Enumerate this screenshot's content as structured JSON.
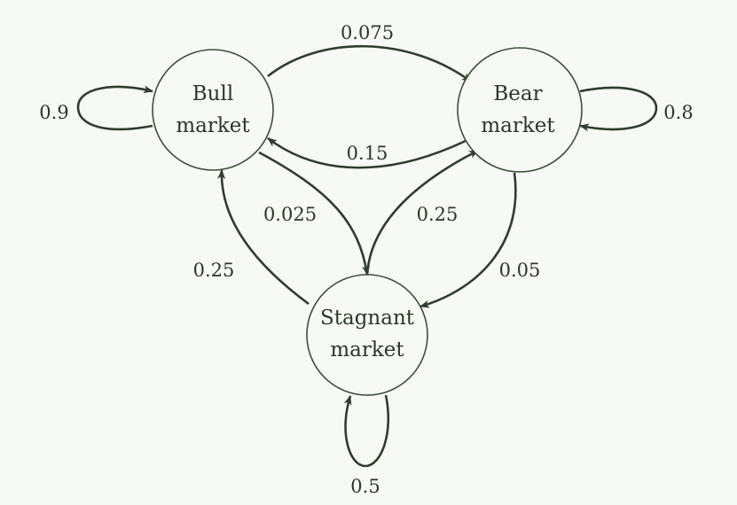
{
  "states": {
    "bull": {
      "line1": "Bull",
      "line2": "market"
    },
    "bear": {
      "line1": "Bear",
      "line2": "market"
    },
    "stagnant": {
      "line1": "Stagnant",
      "line2": "market"
    }
  },
  "transitions": {
    "bull_to_bull": "0.9",
    "bull_to_bear": "0.075",
    "bull_to_stagnant": "0.025",
    "bear_to_bear": "0.8",
    "bear_to_bull": "0.15",
    "bear_to_stagnant": "0.05",
    "stagnant_to_stagnant": "0.5",
    "stagnant_to_bull": "0.25",
    "stagnant_to_bear": "0.25"
  },
  "colors": {
    "edge": "#2f3d2e",
    "node_border": "#3d4f3b",
    "background": "#f7f9f4"
  }
}
